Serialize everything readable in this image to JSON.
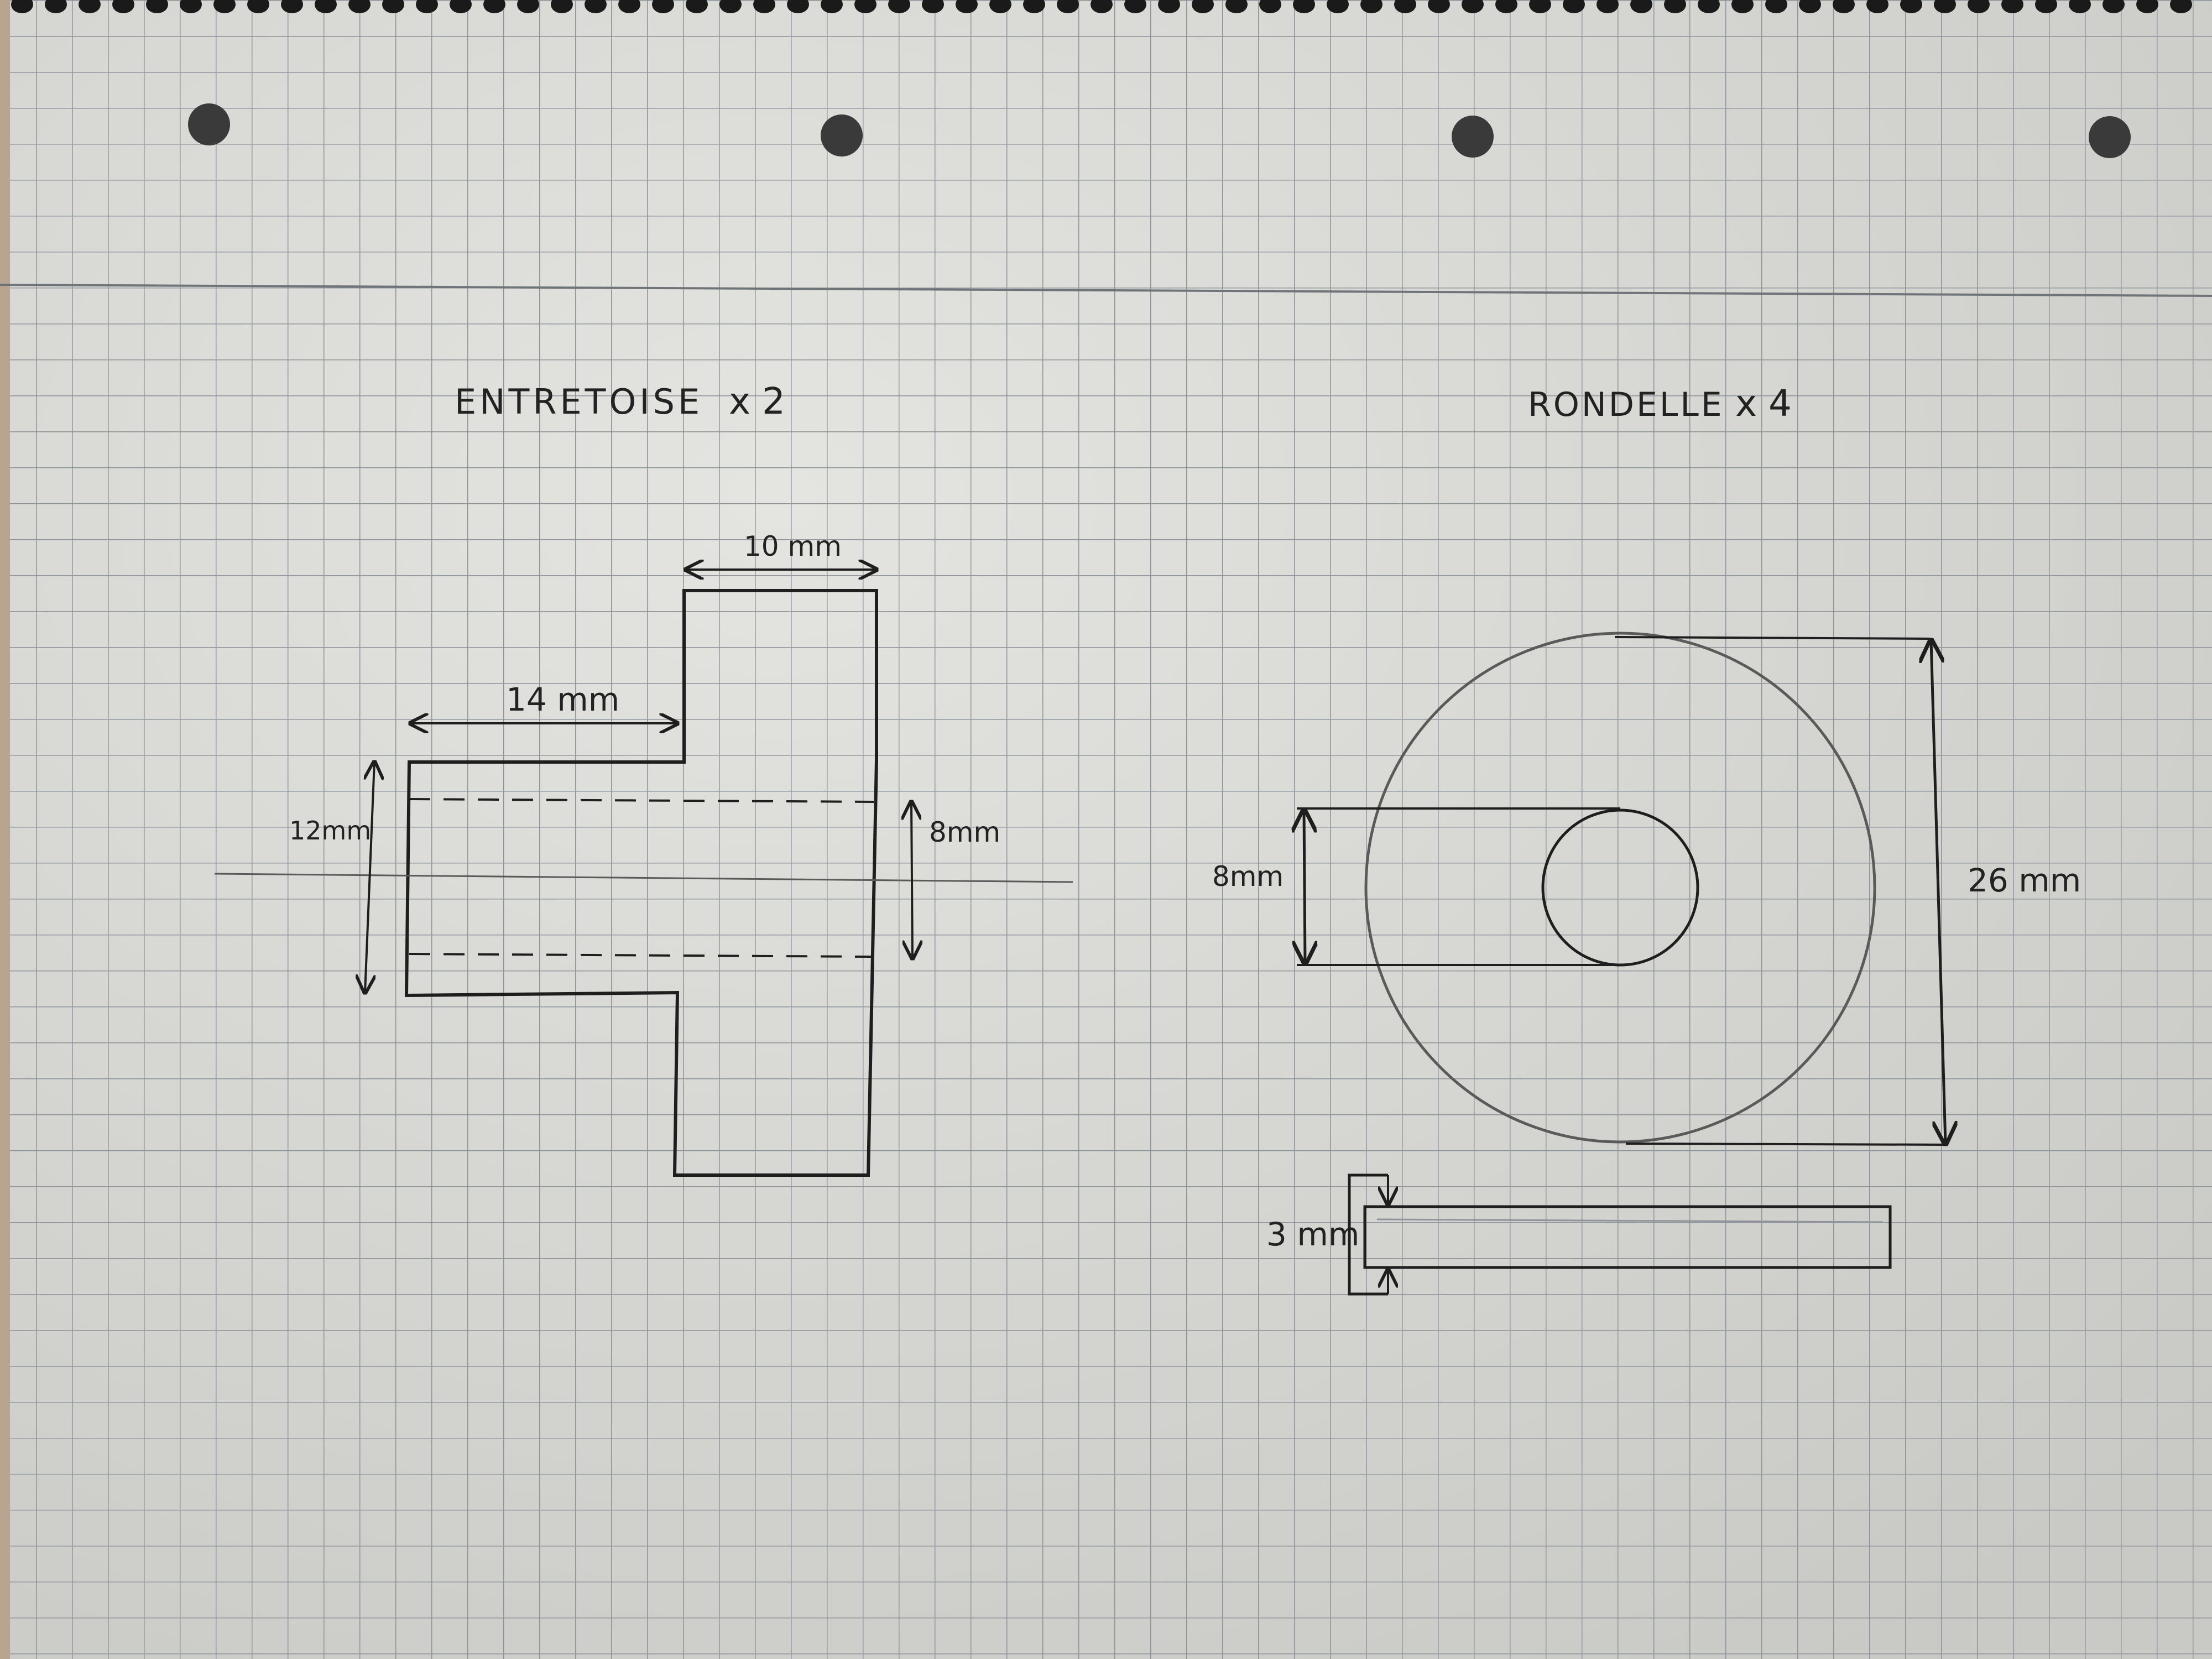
{
  "colors": {
    "paper": "#dcdcd8",
    "grid": "#8f949a",
    "ink": "#1e1e1e",
    "pencil": "#5a5a5a"
  },
  "spacer": {
    "title": "ENTRETOISE",
    "quantity": "x 2",
    "dim_flange_width": "10 mm",
    "dim_shaft_length": "14 mm",
    "dim_shaft_diameter": "12mm",
    "dim_bore": "8mm"
  },
  "washer": {
    "title": "RONDELLE",
    "quantity": "x 4",
    "dim_inner": "8mm",
    "dim_outer": "26 mm",
    "dim_thickness": "3 mm"
  }
}
